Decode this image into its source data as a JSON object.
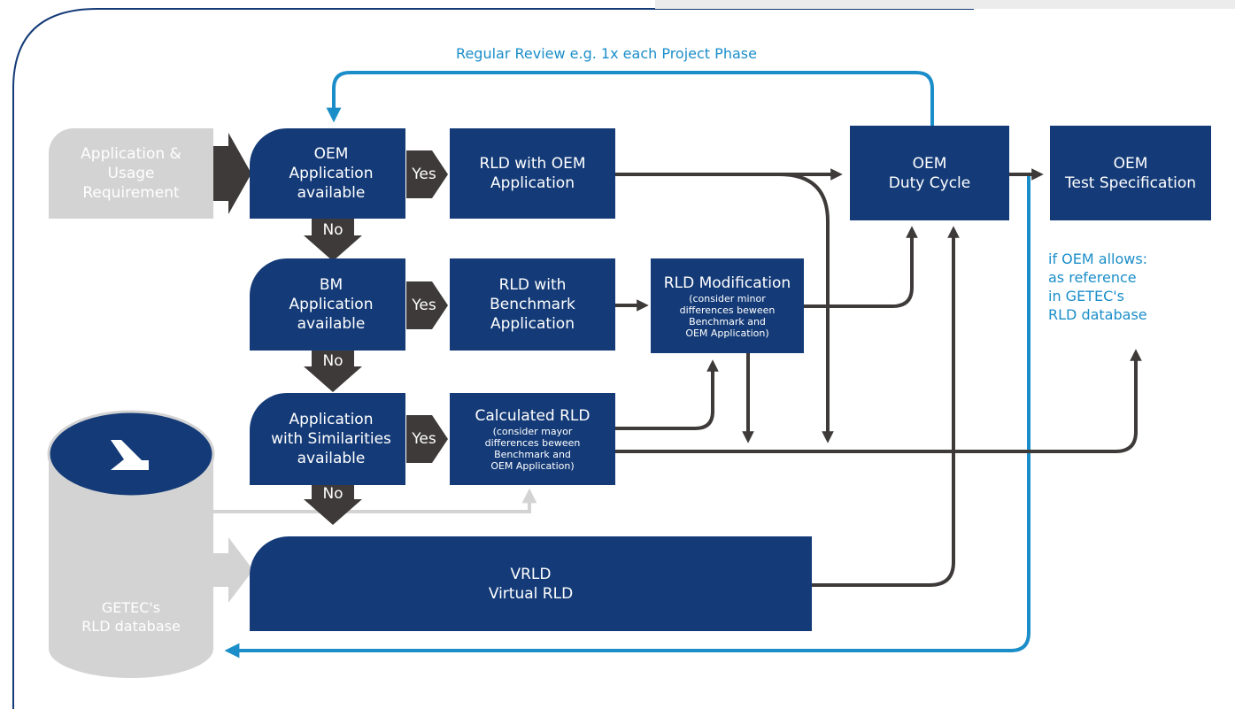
{
  "colors": {
    "box_fill": "#143b78",
    "arrow_dark": "#3d3a39",
    "feedback_blue": "#1b8ec9",
    "input_gray": "#d3d3d3",
    "frame": "#143b78"
  },
  "feedback_label": "Regular Review e.g. 1x each Project Phase",
  "input_requirement": "Application &\nUsage\nRequirement",
  "decisions": {
    "oem": "OEM\nApplication\navailable",
    "bm": "BM\nApplication\navailable",
    "similar": "Application\nwith Similarities\navailable"
  },
  "yes_label": "Yes",
  "no_label": "No",
  "rld_oem": "RLD with OEM\nApplication",
  "rld_benchmark": "RLD with\nBenchmark\nApplication",
  "rld_modification": {
    "title": "RLD Modification",
    "note": "(consider minor\ndifferences beween\nBenchmark and\nOEM Application)"
  },
  "calculated_rld": {
    "title": "Calculated RLD",
    "note": "(consider mayor\ndifferences beween\nBenchmark and\nOEM Application)"
  },
  "vrld": "VRLD\nVirtual RLD",
  "duty_cycle": "OEM\nDuty Cycle",
  "test_spec": "OEM\nTest Specification",
  "oem_allows_note": "if OEM allows:\nas reference\nin GETEC's\nRLD database",
  "database_label": "GETEC's\nRLD database",
  "database_logo_icon": "getec-logo-icon"
}
